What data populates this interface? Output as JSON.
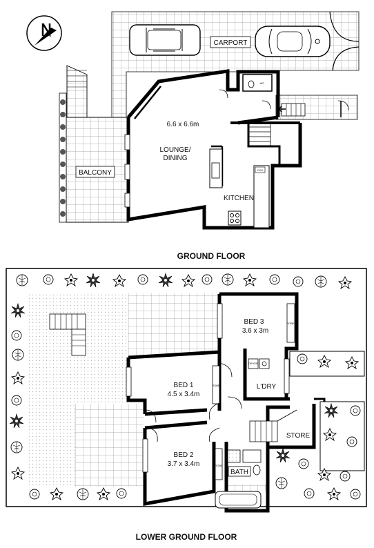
{
  "compass": {
    "letter": "N"
  },
  "ground_floor": {
    "title": "GROUND FLOOR",
    "rooms": {
      "carport": "CARPORT",
      "balcony": "BALCONY",
      "lounge_size": "6.6 x 6.6m",
      "lounge_line1": "LOUNGE/",
      "lounge_line2": "DINING",
      "kitchen": "KITCHEN"
    },
    "fixtures": {
      "wc": "WC",
      "dw": "D/W"
    }
  },
  "lower_ground_floor": {
    "title": "LOWER GROUND FLOOR",
    "rooms": {
      "bed3_name": "BED 3",
      "bed3_size": "3.6 x 3m",
      "bed1_name": "BED 1",
      "bed1_size": "4.5 x 3.4m",
      "bed2_name": "BED 2",
      "bed2_size": "3.7 x 3.4m",
      "laundry": "L'DRY",
      "store": "STORE",
      "bath": "BATH"
    },
    "fixtures": {
      "robe": "ROBE",
      "dryer": "DRYER"
    }
  },
  "colors": {
    "wall": "#000000",
    "tile_line": "#999999",
    "paving_dot": "#bdbdbd",
    "background": "#ffffff"
  }
}
